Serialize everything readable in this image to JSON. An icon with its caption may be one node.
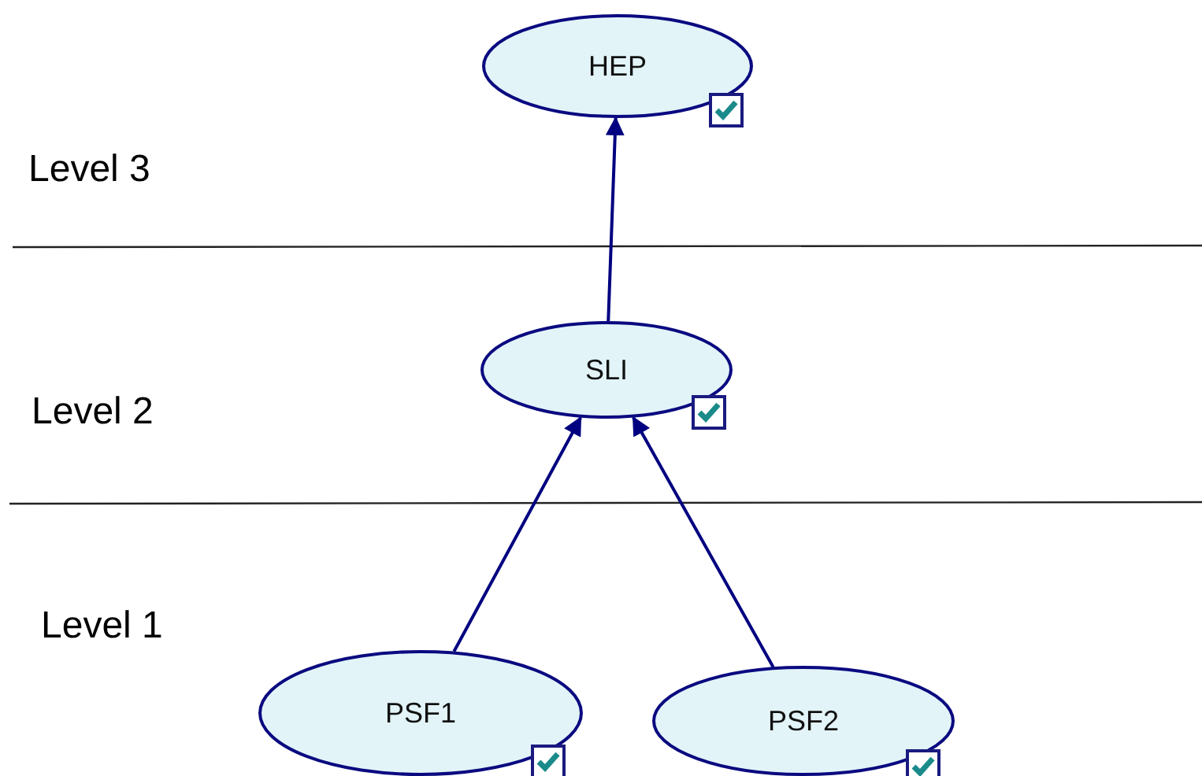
{
  "diagram": {
    "nodes": [
      {
        "text": [
          "HEP"
        ]
      },
      {
        "text": [
          "SLI"
        ]
      },
      {
        "text": [
          "PSF1"
        ]
      },
      {
        "text": [
          "PSF2"
        ]
      }
    ],
    "edges": [
      {
        "from": 1,
        "to": 0,
        "arrow": "to"
      },
      {
        "from": 2,
        "to": 1,
        "arrow": "to"
      },
      {
        "from": 3,
        "to": 1,
        "arrow": "to"
      }
    ],
    "labels": [
      "Level 3",
      "Level 2",
      "Level 1"
    ]
  }
}
